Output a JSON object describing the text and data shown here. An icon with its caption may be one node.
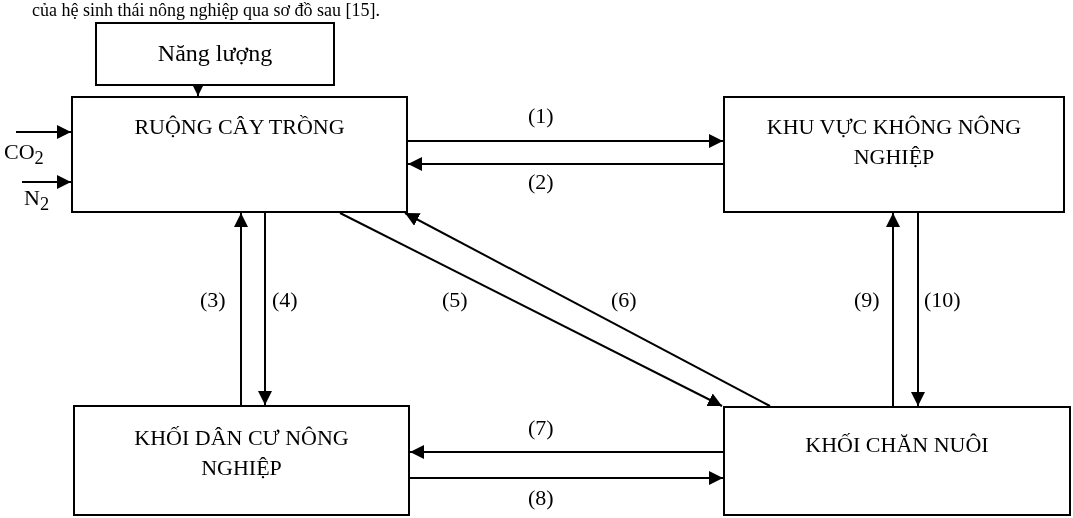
{
  "diagram": {
    "nodes": [
      {
        "text": [
          "Năng lượng"
        ]
      },
      {
        "text": [
          "RUỘNG CÂY TRỒNG"
        ]
      },
      {
        "text": [
          "KHU VỰC KHÔNG NÔNG NGHIỆP"
        ]
      },
      {
        "text": [
          "KHỐI DÂN CƯ NÔNG NGHIỆP"
        ]
      },
      {
        "text": [
          "KHỐI CHĂN NUÔI"
        ]
      }
    ],
    "edges": [
      {
        "from": 0,
        "to": 1,
        "arrow": "to"
      },
      {
        "from": null,
        "to": 1,
        "arrow": "to",
        "label": "CO$_{2}$"
      },
      {
        "from": null,
        "to": 1,
        "arrow": "to",
        "label": "N$_{2}$"
      },
      {
        "from": 1,
        "to": 2,
        "arrow": "to",
        "label": "(1)"
      },
      {
        "from": 2,
        "to": 1,
        "arrow": "to",
        "label": "(2)"
      },
      {
        "from": 3,
        "to": 1,
        "arrow": "to",
        "label": "(3)"
      },
      {
        "from": 1,
        "to": 3,
        "arrow": "to",
        "label": "(4)"
      },
      {
        "from": 1,
        "to": 4,
        "arrow": "to",
        "label": "(5)"
      },
      {
        "from": 4,
        "to": 1,
        "arrow": "to",
        "label": "(6)"
      },
      {
        "from": 4,
        "to": 3,
        "arrow": "to",
        "label": "(7)"
      },
      {
        "from": 3,
        "to": 4,
        "arrow": "to",
        "label": "(8)"
      },
      {
        "from": 4,
        "to": 2,
        "arrow": "to",
        "label": "(9)"
      },
      {
        "from": 2,
        "to": 4,
        "arrow": "to",
        "label": "(10)"
      }
    ],
    "labels": [
      "của hệ sinh thái nông nghiệp qua sơ đồ sau [15]."
    ]
  }
}
